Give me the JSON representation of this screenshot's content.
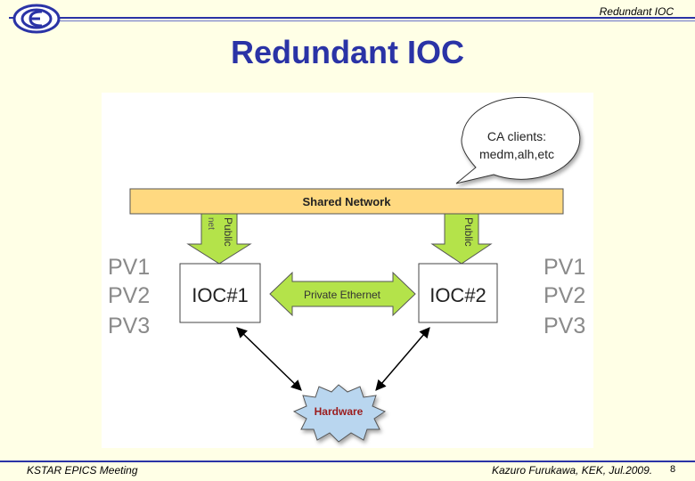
{
  "header": {
    "running_title": "Redundant IOC"
  },
  "slide": {
    "title": "Redundant IOC"
  },
  "diagram": {
    "ca_clients": {
      "line1": "CA clients:",
      "line2": "medm,alh,etc"
    },
    "shared_network": "Shared Network",
    "public_left": {
      "line1": "Public",
      "line2": "net"
    },
    "public_right": "Public",
    "ioc1": "IOC#1",
    "ioc2": "IOC#2",
    "private_ethernet": "Private Ethernet",
    "hardware": "Hardware",
    "pv_left": [
      "PV1",
      "PV2",
      "PV3"
    ],
    "pv_right": [
      "PV1",
      "PV2",
      "PV3"
    ]
  },
  "footer": {
    "event": "KSTAR EPICS Meeting",
    "author": "Kazuro Furukawa, KEK, Jul.2009.",
    "page": "8"
  },
  "colors": {
    "accent": "#2a33a6",
    "network_bar": "#ffd980",
    "arrow_green": "#b4e34a",
    "hardware_fill": "#b9d6ef",
    "pv_text": "#8a8a8a"
  }
}
